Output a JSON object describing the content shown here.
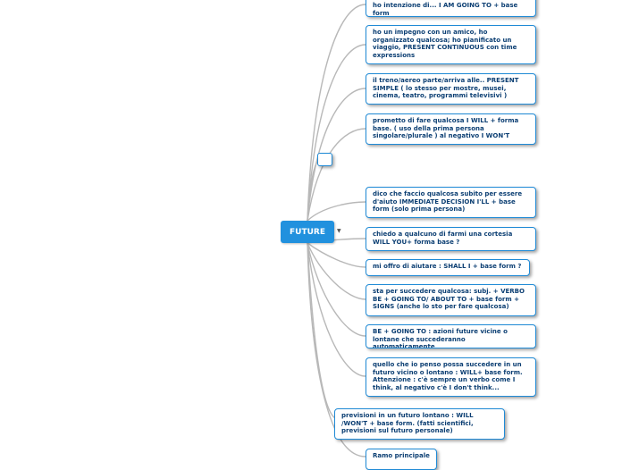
{
  "root": {
    "label": "FUTURE"
  },
  "nodes": [
    {
      "label": "ho intenzione di... I AM GOING TO + base form"
    },
    {
      "label": "ho un impegno con un amico, ho organizzato qualcosa; ho pianificato un viaggio,  PRESENT CONTINUOUS con time expressions"
    },
    {
      "label": "il treno/aereo parte/arriva alle..  PRESENT SIMPLE ( lo stesso per mostre, musei, cinema, teatro, programmi televisivi )"
    },
    {
      "label": "prometto di fare qualcosa I WILL + forma base. ( uso della prima persona singolare/plurale ) al negativo I WON'T"
    },
    {
      "label": "dico che faccio qualcosa subito per essere d'aiuto IMMEDIATE DECISION I'LL + base form (solo prima persona)"
    },
    {
      "label": "chiedo a qualcuno di farmi una cortesia WILL YOU+ forma base ?"
    },
    {
      "label": "mi offro di aiutare : SHALL I + base form ?"
    },
    {
      "label": "sta per succedere qualcosa: subj. + VERBO BE + GOING TO/ ABOUT TO + base form + SIGNS (anche lo sto per fare qualcosa)"
    },
    {
      "label": "BE + GOING TO : azioni future vicine o lontane che succederanno automaticamente"
    },
    {
      "label": "quello che io penso possa succedere in un futuro vicino o lontano : WILL+ base form. Attenzione : c'è sempre un verbo come I think, al negativo c'è I don't think..."
    },
    {
      "label": "previsioni in un futuro lontano :  WILL /WON'T + base form. (fatti scientifici, previsioni sul futuro personale)"
    },
    {
      "label": "Ramo principale"
    }
  ],
  "colors": {
    "accent": "#2191de",
    "border": "#1f8ad6",
    "text": "#0c3f73",
    "link": "#b8b8b8"
  },
  "icons": {
    "fold": "fold-marker-icon"
  }
}
